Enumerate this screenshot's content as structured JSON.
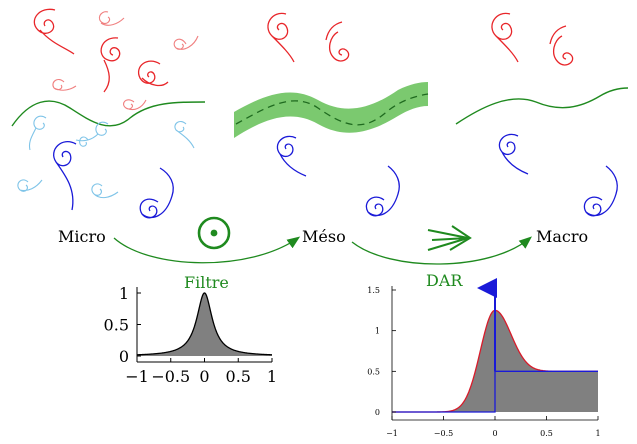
{
  "stages": {
    "micro": "Micro",
    "meso": "Méso",
    "macro": "Macro"
  },
  "transitions": {
    "filter": "Filtre",
    "dar": "DAR"
  },
  "filter_plot": {
    "type": "area",
    "x_ticks": [
      "−1",
      "−0.5",
      "0",
      "0.5",
      "1"
    ],
    "y_ticks": [
      "0",
      "0.5",
      "1"
    ],
    "xlim": [
      -1,
      1
    ],
    "ylim": [
      0,
      1
    ],
    "peak": 1
  },
  "dar_plot": {
    "type": "area",
    "x_ticks": [
      "−1",
      "−0.5",
      "0",
      "0.5",
      "1"
    ],
    "y_ticks": [
      "0",
      "0.5",
      "1",
      "1.5"
    ],
    "xlim": [
      -1,
      1
    ],
    "ylim": [
      0,
      1.5
    ],
    "plateau": 0.5,
    "peak": 1.25
  },
  "colors": {
    "red": "#e8262a",
    "light_red": "#f08080",
    "blue": "#1a1ad8",
    "light_blue": "#7fc4e8",
    "green": "#1f8a1f",
    "band_green": "#7bc96f",
    "gray_fill": "#808080",
    "dar_curve": "#d81b2a",
    "dar_step": "#1a1ad8"
  }
}
